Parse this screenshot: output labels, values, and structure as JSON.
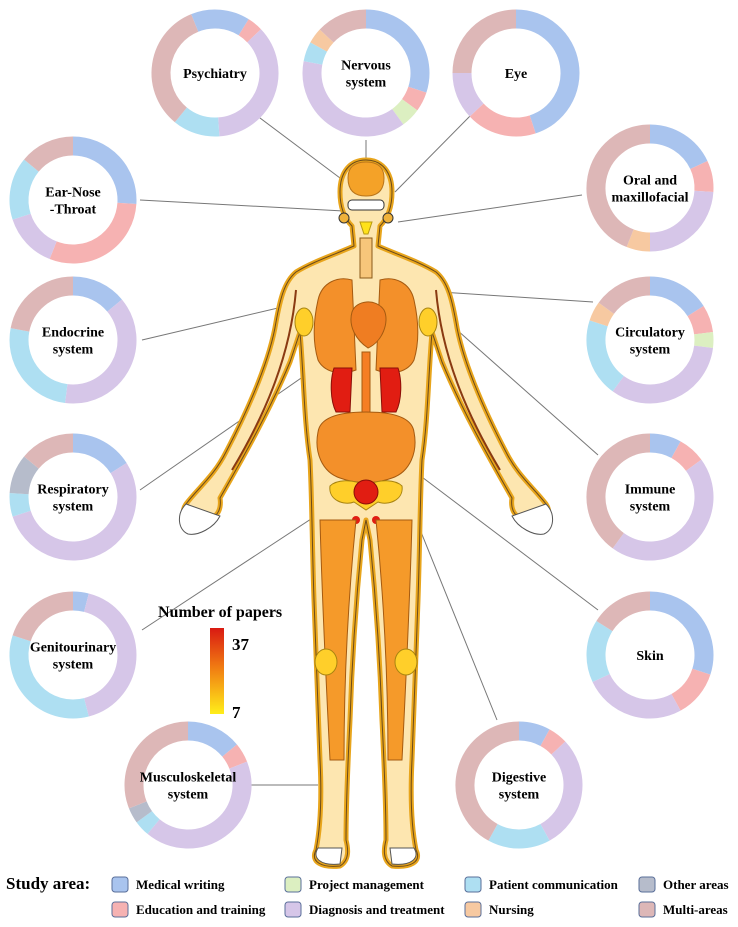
{
  "colors": {
    "medical_writing": "#a9c4ee",
    "education_training": "#f6b2b2",
    "project_management": "#dcefc1",
    "patient_communication": "#aedff2",
    "diagnosis_treatment": "#d6c6e8",
    "nursing": "#f7c9a1",
    "other_areas": "#b6bccb",
    "multi_areas": "#ddb7b7"
  },
  "organs": [
    {
      "id": "psychiatry",
      "label": [
        "Psychiatry"
      ]
    },
    {
      "id": "nervous",
      "label": [
        "Nervous",
        "system"
      ]
    },
    {
      "id": "eye",
      "label": [
        "Eye"
      ]
    },
    {
      "id": "ent",
      "label": [
        "Ear-Nose",
        "-Throat"
      ]
    },
    {
      "id": "oral",
      "label": [
        "Oral and",
        "maxillofacial"
      ]
    },
    {
      "id": "endocrine",
      "label": [
        "Endocrine",
        "system"
      ]
    },
    {
      "id": "circulatory",
      "label": [
        "Circulatory",
        "system"
      ]
    },
    {
      "id": "respiratory",
      "label": [
        "Respiratory",
        "system"
      ]
    },
    {
      "id": "immune",
      "label": [
        "Immune",
        "system"
      ]
    },
    {
      "id": "genitourinary",
      "label": [
        "Genitourinary",
        "system"
      ]
    },
    {
      "id": "skin",
      "label": [
        "Skin"
      ]
    },
    {
      "id": "musculoskeletal",
      "label": [
        "Musculoskeletal",
        "system"
      ]
    },
    {
      "id": "digestive",
      "label": [
        "Digestive",
        "system"
      ]
    }
  ],
  "colorbar": {
    "title": "Number of papers",
    "max": "37",
    "min": "7"
  },
  "legend": {
    "title": "Study area:",
    "items": [
      {
        "key": "medical_writing",
        "label": "Medical writing"
      },
      {
        "key": "project_management",
        "label": "Project management"
      },
      {
        "key": "patient_communication",
        "label": "Patient communication"
      },
      {
        "key": "other_areas",
        "label": "Other areas"
      },
      {
        "key": "education_training",
        "label": "Education and training"
      },
      {
        "key": "diagnosis_treatment",
        "label": "Diagnosis and treatment"
      },
      {
        "key": "nursing",
        "label": "Nursing"
      },
      {
        "key": "multi_areas",
        "label": "Multi-areas"
      }
    ]
  }
}
